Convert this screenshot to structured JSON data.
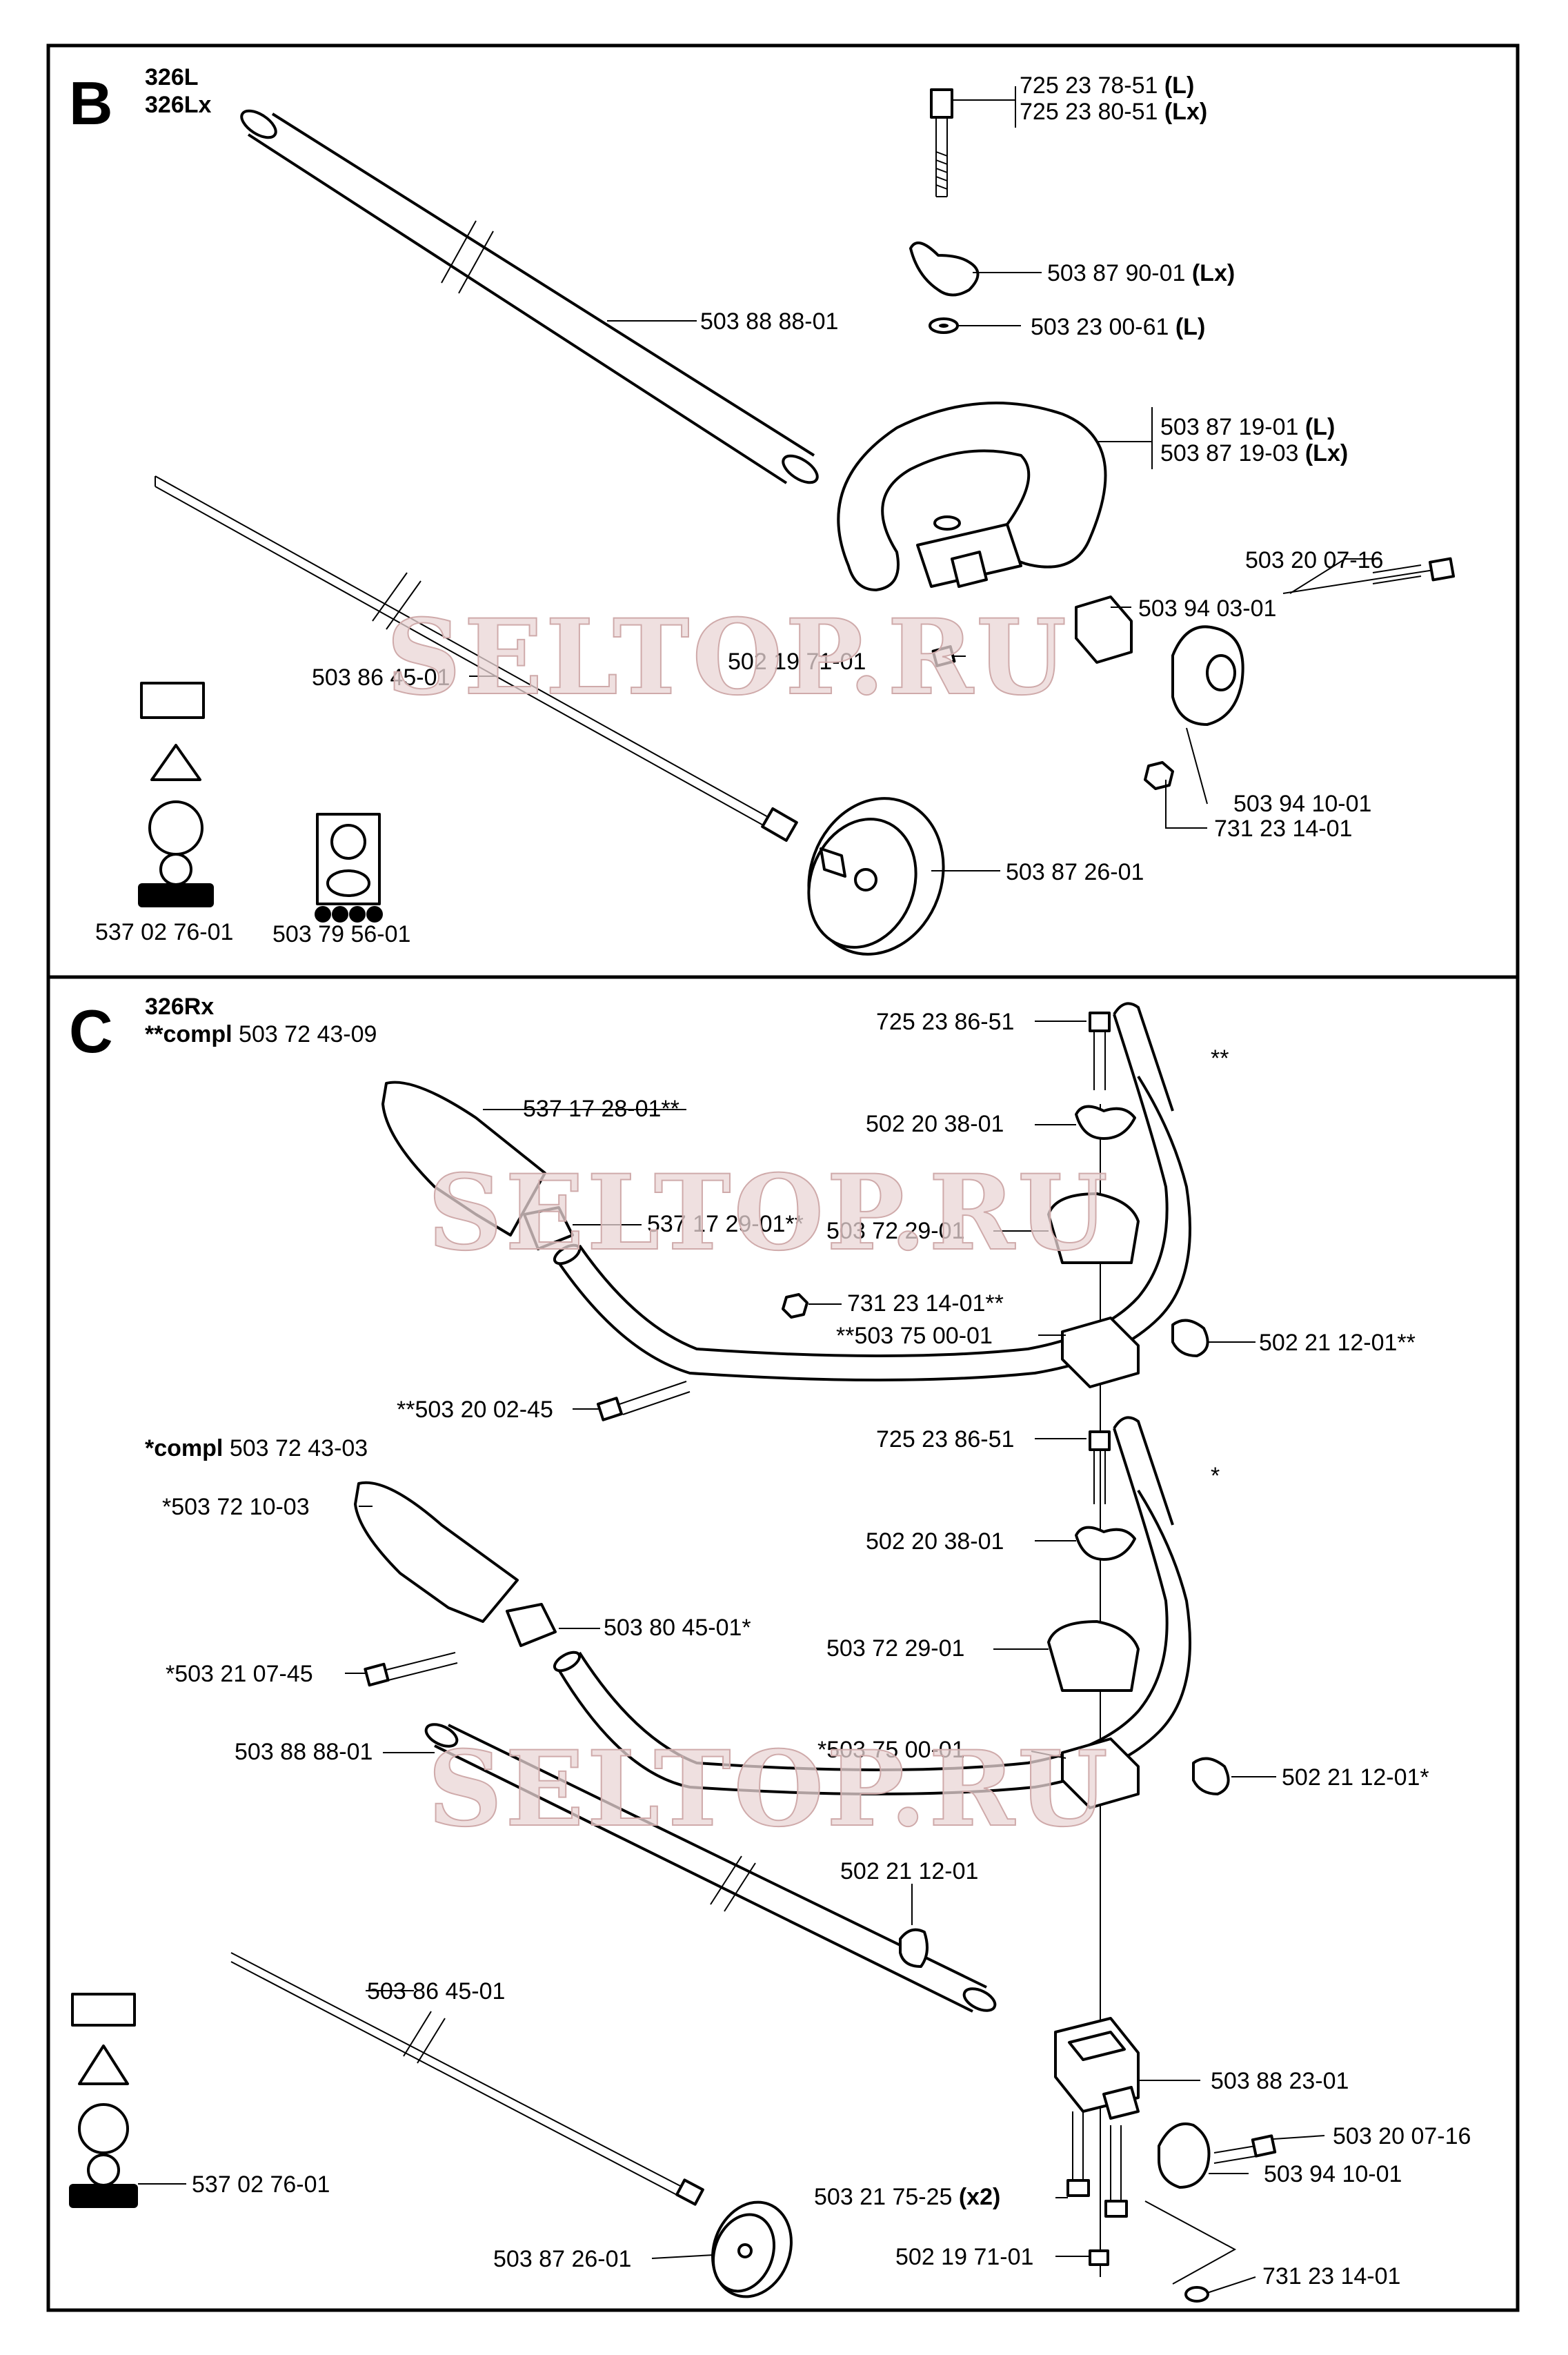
{
  "watermark": "SELTOP.RU",
  "section_b": {
    "letter": "B",
    "models": [
      "326L",
      "326Lx"
    ],
    "bolt": {
      "part": "725 23 78-51",
      "variant": "(L)",
      "part2": "725 23 80-51",
      "variant2": "(Lx)"
    },
    "knob": {
      "part": "503 87 90-01",
      "variant": "(Lx)"
    },
    "washer": {
      "part": "503 23 00-61",
      "variant": "(L)"
    },
    "handle": {
      "part": "503 87 19-01",
      "variant": "(L)",
      "part2": "503 87 19-03",
      "variant2": "(Lx)"
    },
    "tube": "503 88 88-01",
    "screw": "503 20 07-16",
    "clamp_block": "503 94 03-01",
    "square_nut": "502 19 71-01",
    "shaft": "503 86 45-01",
    "bracket": "503 94 10-01",
    "nut": "731 23 14-01",
    "drum": "503 87 26-01",
    "decal1": "537 02 76-01",
    "decal2": "503 79 56-01"
  },
  "section_c": {
    "letter": "C",
    "model": "326Rx",
    "compl1_prefix": "**compl",
    "compl1_part": "503 72 43-09",
    "compl2_prefix": "*compl",
    "compl2_part": "503 72 43-03",
    "mark_double": "**",
    "mark_single": "*",
    "labels": {
      "bolt_a": "725 23 86-51",
      "knob_a": "502 20 38-01",
      "grip_a": "537 17 28-01**",
      "clip_a": "537 17 29-01**",
      "clamp_a": "503 72 29-01",
      "nut_a": "731 23 14-01**",
      "block_a": "**503 75 00-01",
      "knob2_a": "502 21 12-01**",
      "screw_a": "**503 20 02-45",
      "bolt_b": "725 23 86-51",
      "grip_b": "*503 72 10-03",
      "knob_b": "502 20 38-01",
      "clip_b": "503 80 45-01*",
      "screw_b": "*503 21 07-45",
      "clamp_b": "503 72 29-01",
      "tube": "503 88 88-01",
      "block_b": "*503 75 00-01",
      "knob2_b": "502 21 12-01*",
      "knob3": "502 21 12-01",
      "shaft": "503 86 45-01",
      "holder": "503 88 23-01",
      "screw_c": "503 20 07-16",
      "decal": "537 02 76-01",
      "bracket": "503 94 10-01",
      "screws_x2": "503 21 75-25",
      "screws_x2_qty": "(x2)",
      "sq_nut": "502 19 71-01",
      "drum": "503 87 26-01",
      "nut_c": "731 23 14-01"
    }
  }
}
